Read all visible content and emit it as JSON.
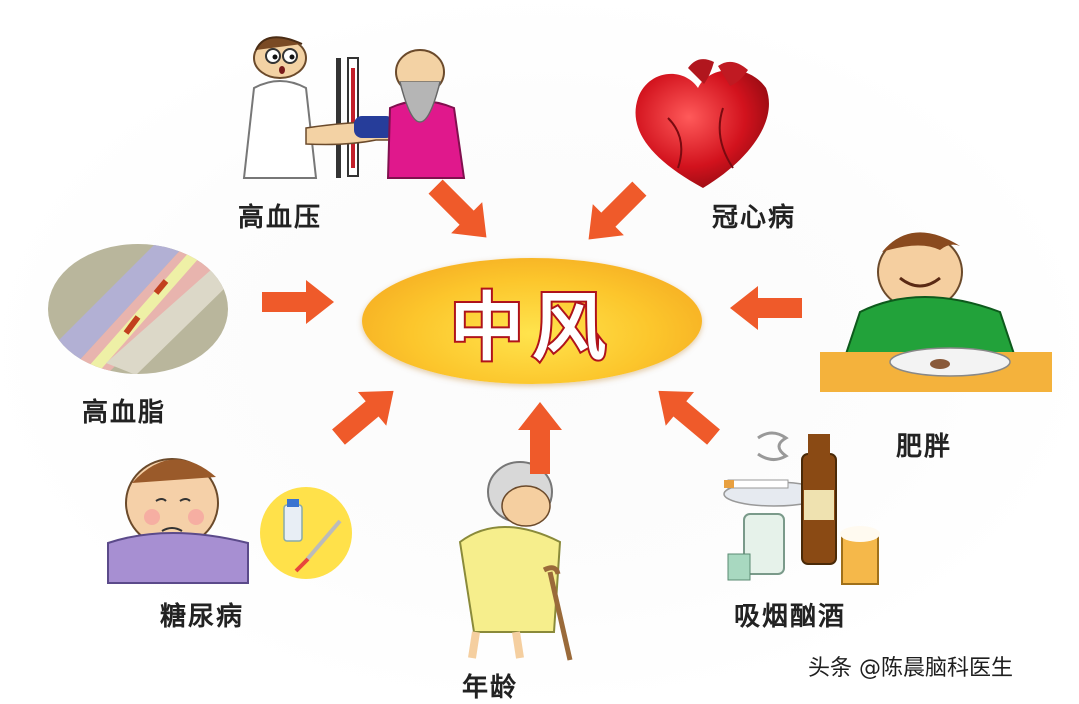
{
  "diagram": {
    "title": "中风",
    "title_translation": "Stroke",
    "center_colors": {
      "fill": "#fcc62c",
      "text": "#ffffff",
      "outline": "#b3131b"
    },
    "arrow_color": "#ef5a2a",
    "factors": [
      {
        "id": "hypertension",
        "label": "高血压",
        "illustration": "doctor-measuring-blood-pressure-illustration"
      },
      {
        "id": "coronary",
        "label": "冠心病",
        "illustration": "heart-illustration"
      },
      {
        "id": "hyperlipidemia",
        "label": "高血脂",
        "illustration": "artery-plaque-illustration"
      },
      {
        "id": "obesity",
        "label": "肥胖",
        "illustration": "overweight-man-eating-illustration"
      },
      {
        "id": "diabetes",
        "label": "糖尿病",
        "illustration": "child-with-insulin-illustration"
      },
      {
        "id": "age",
        "label": "年龄",
        "illustration": "elderly-woman-with-cane-illustration"
      },
      {
        "id": "smoking-drinking",
        "label": "吸烟酗酒",
        "illustration": "cigarettes-and-alcohol-illustration"
      }
    ]
  },
  "watermark": "头条 @陈晨脑科医生"
}
